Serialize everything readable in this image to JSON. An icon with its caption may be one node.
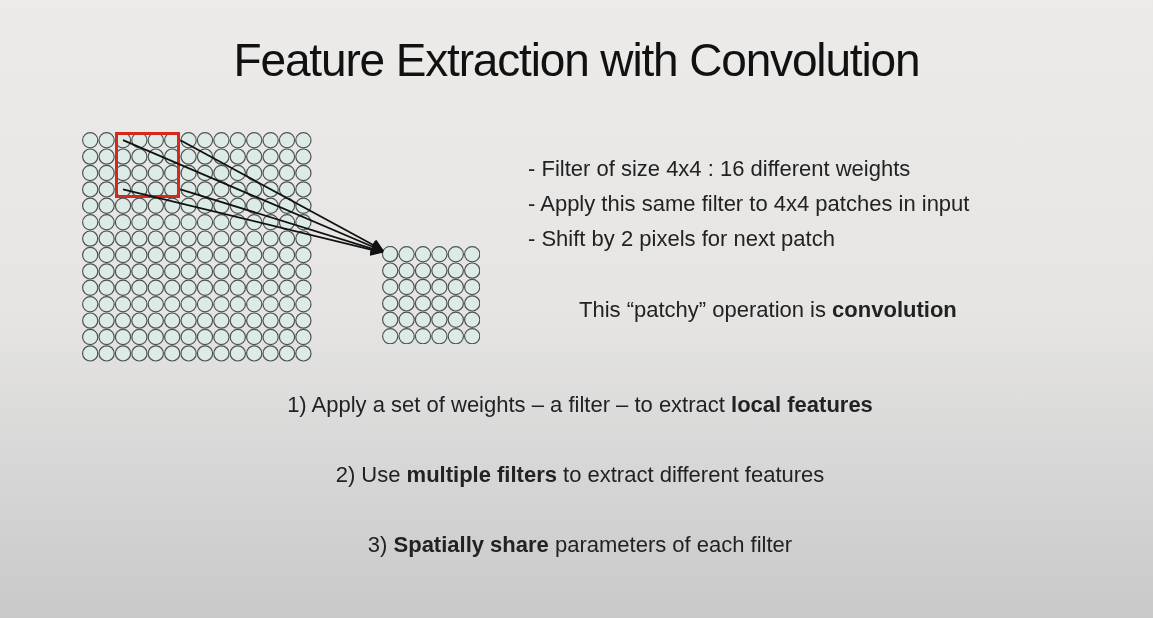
{
  "diagram": {
    "title": "Feature Extraction with Convolution",
    "nodes": [
      {
        "text": [],
        "shape": "grid"
      },
      {
        "text": [],
        "shape": "box",
        "in": 0
      },
      {
        "text": [],
        "shape": "grid"
      },
      {
        "text": [],
        "shape": "circle",
        "in": 2
      }
    ],
    "edges": [
      {
        "from": 1,
        "to": 3,
        "arrow": "to"
      },
      {
        "from": 1,
        "to": 3,
        "arrow": "to"
      },
      {
        "from": 1,
        "to": 3,
        "arrow": "to"
      },
      {
        "from": 1,
        "to": 3,
        "arrow": "to"
      }
    ],
    "labels": [
      "- Filter of size 4x4 : 16 different weights",
      "- Apply this same filter to 4x4 patches in input",
      "- Shift by 2 pixels for next patch",
      "This “patchy” operation is **convolution**",
      "1) Apply a set of weights – a filter – to extract **local features**",
      "2) Use **multiple filters** to extract different features",
      "3) **Spatially share** parameters of each filter"
    ]
  }
}
